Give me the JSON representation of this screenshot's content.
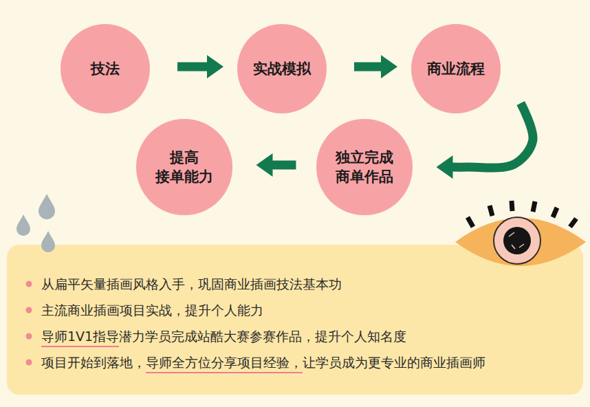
{
  "diagram": {
    "nodes": [
      {
        "text": [
          "技法"
        ]
      },
      {
        "text": [
          "实战模拟"
        ]
      },
      {
        "text": [
          "商业流程"
        ]
      },
      {
        "text": [
          "独立完成 商单作品"
        ]
      },
      {
        "text": [
          "提高 接单能力"
        ]
      }
    ],
    "edges": [
      {
        "from": 0,
        "to": 1,
        "arrow": "to"
      },
      {
        "from": 1,
        "to": 2,
        "arrow": "to"
      },
      {
        "from": 2,
        "to": 3,
        "arrow": "to"
      },
      {
        "from": 3,
        "to": 4,
        "arrow": "to"
      }
    ],
    "labels": [
      "从扁平矢量插画风格入手，巩固商业插画技法基本功",
      "主流商业插画项目实战，提升个人能力",
      "导师1V1指导潜力学员完成站酷大赛参赛作品，提升个人知名度",
      "项目开始到落地，导师全方位分享项目经验，让学员成为更专业的商业插画师"
    ]
  }
}
